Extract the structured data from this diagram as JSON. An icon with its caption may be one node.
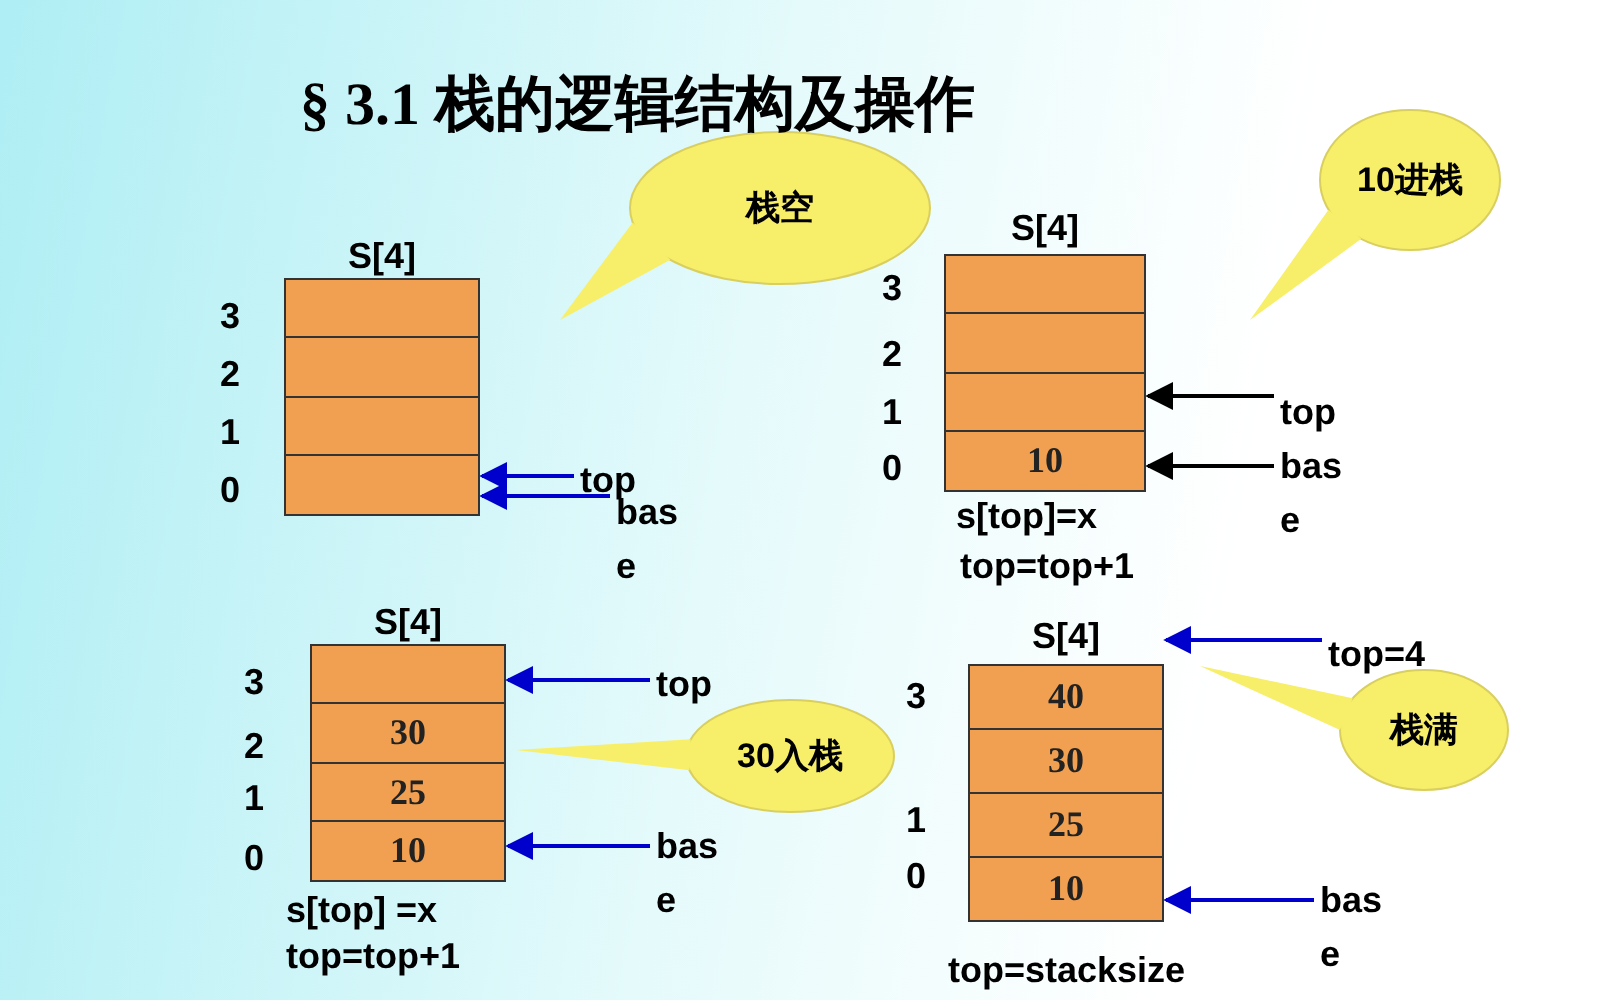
{
  "diagram": {
    "title": "§ 3.1  栈的逻辑结构及操作",
    "nodes": [
      {
        "text": [
          "S[4]"
        ]
      },
      {
        "text": [],
        "shape": "box",
        "in": 0
      },
      {
        "text": [],
        "shape": "box",
        "in": 0
      },
      {
        "text": [],
        "shape": "box",
        "in": 0
      },
      {
        "text": [],
        "shape": "box",
        "in": 0
      },
      {
        "text": [
          "栈空"
        ]
      },
      {
        "text": [
          "top"
        ]
      },
      {
        "text": [
          "bas e"
        ]
      },
      {
        "text": [
          "S[4]"
        ]
      },
      {
        "text": [],
        "shape": "box",
        "in": 8
      },
      {
        "text": [],
        "shape": "box",
        "in": 8
      },
      {
        "text": [],
        "shape": "box",
        "in": 8
      },
      {
        "text": [
          "10"
        ],
        "in": 8
      },
      {
        "text": [
          "10进栈"
        ]
      },
      {
        "text": [
          "top"
        ]
      },
      {
        "text": [
          "bas e"
        ]
      },
      {
        "text": [
          "S[4]"
        ]
      },
      {
        "text": [],
        "shape": "box",
        "in": 16
      },
      {
        "text": [
          "30"
        ],
        "in": 16
      },
      {
        "text": [
          "25"
        ],
        "in": 16
      },
      {
        "text": [
          "10"
        ],
        "in": 16
      },
      {
        "text": [
          "30入栈"
        ]
      },
      {
        "text": [
          "top"
        ]
      },
      {
        "text": [
          "bas e"
        ]
      },
      {
        "text": [
          "S[4]"
        ]
      },
      {
        "text": [
          "40"
        ],
        "in": 24
      },
      {
        "text": [
          "30"
        ],
        "in": 24
      },
      {
        "text": [
          "25"
        ],
        "in": 24
      },
      {
        "text": [
          "10"
        ],
        "in": 24
      },
      {
        "text": [
          "栈满"
        ]
      },
      {
        "text": [
          "top=4"
        ]
      },
      {
        "text": [
          "bas e"
        ]
      }
    ],
    "edges": [
      {
        "from": 6,
        "to": 4,
        "arrow": "to"
      },
      {
        "from": 7,
        "to": 4,
        "arrow": "to"
      },
      {
        "from": 14,
        "to": 11,
        "arrow": "to",
        "color": "#000000"
      },
      {
        "from": 15,
        "to": 12,
        "arrow": "to",
        "color": "#000000"
      },
      {
        "from": 22,
        "to": 17,
        "arrow": "to"
      },
      {
        "from": 23,
        "to": 20,
        "arrow": "to"
      },
      {
        "from": 30,
        "to": 24,
        "arrow": "to"
      },
      {
        "from": 31,
        "to": 28,
        "arrow": "to"
      }
    ],
    "labels": [
      "3",
      "2",
      "1",
      "0",
      "3",
      "2",
      "1",
      "0",
      "s[top]=x",
      "top=top+1",
      "3",
      "2",
      "1",
      "0",
      "s[top] =x",
      "top=top+1",
      "3",
      "1",
      "0",
      "top=stacksize"
    ]
  }
}
